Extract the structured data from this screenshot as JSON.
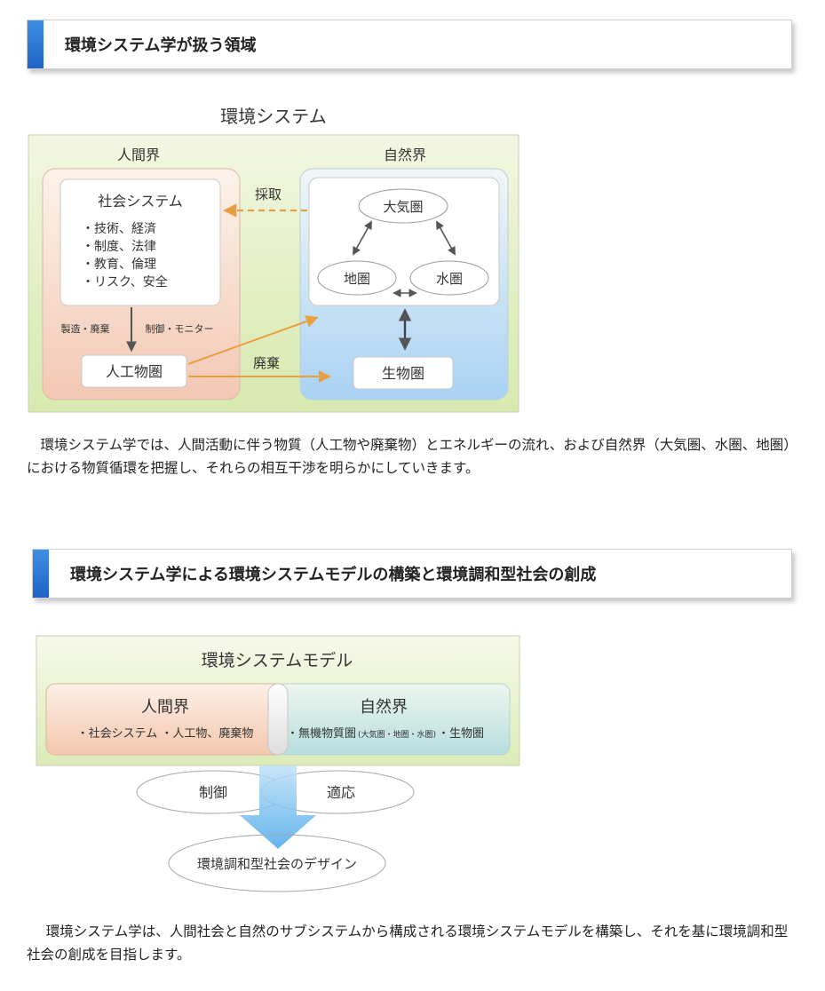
{
  "section1": {
    "heading": "環境システム学が扱う領域",
    "diagram": {
      "title": "環境システム",
      "human_label": "人間界",
      "nature_label": "自然界",
      "social_system": {
        "title": "社会システム",
        "items": [
          "・技術、経済",
          "・制度、法律",
          "・教育、倫理",
          "・リスク、安全"
        ]
      },
      "extraction_label": "採取",
      "manufacture_label": "製造・廃棄",
      "control_label": "制御・モニター",
      "artificial": "人工物圏",
      "waste_label": "廃棄",
      "atmosphere": "大気圏",
      "geosphere": "地圏",
      "hydrosphere": "水圏",
      "biosphere": "生物圏"
    },
    "paragraph": "環境システム学では、人間活動に伴う物質（人工物や廃棄物）とエネルギーの流れ、および自然界（大気圏、水圏、地圏）における物質循環を把握し、それらの相互干渉を明らかにしていきます。"
  },
  "section2": {
    "heading": "環境システム学による環境システムモデルの構築と環境調和型社会の創成",
    "diagram": {
      "title": "環境システムモデル",
      "human_label": "人間界",
      "human_items": "・社会システム ・人工物、廃棄物",
      "nature_label": "自然界",
      "nature_items_main": "・無機物質圏",
      "nature_items_small": "(大気圏・地圏・水圏)",
      "nature_items_end": "・生物圏",
      "control": "制御",
      "adapt": "適応",
      "design": "環境調和型社会のデザイン"
    },
    "paragraph": "環境システム学は、人間社会と自然のサブシステムから構成される環境システムモデルを構築し、それを基に環境調和型社会の創成を目指します。"
  }
}
